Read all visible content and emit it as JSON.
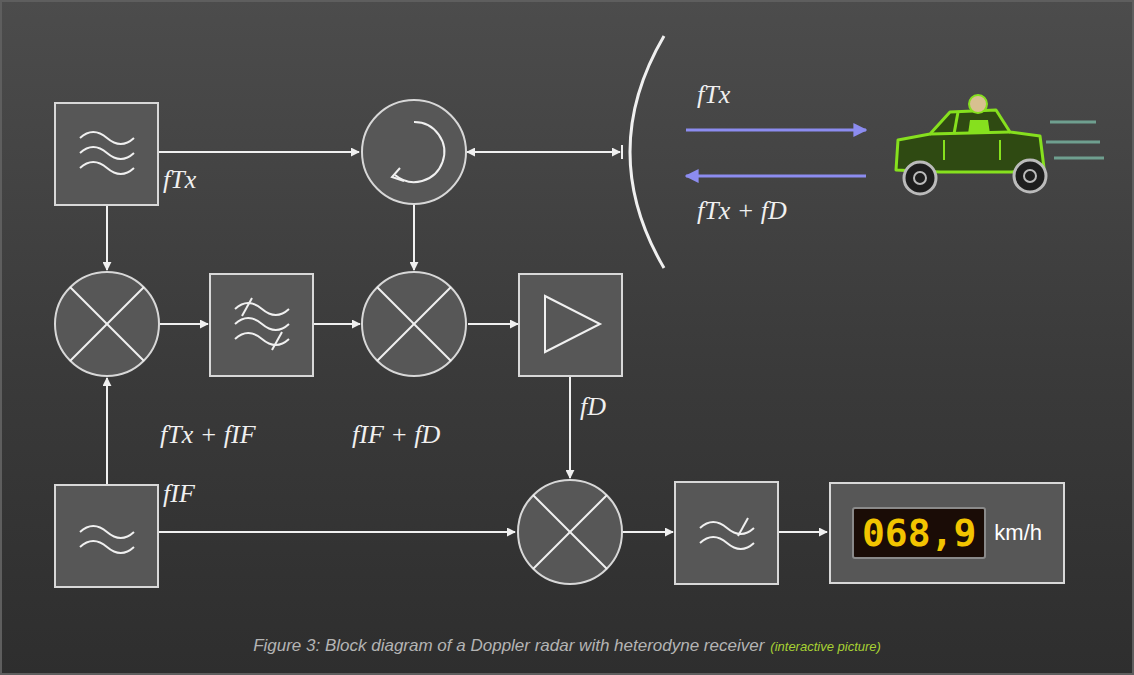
{
  "diagram": {
    "caption": "Figure 3: Block diagram of a Doppler radar with heterodyne receiver",
    "nodes": [
      {
        "text": [
          "fTx"
        ]
      },
      {
        "text": [
          "fIF"
        ]
      },
      {
        "text": [
          "068,9",
          "km/h"
        ]
      }
    ],
    "labels": [
      "fTx",
      "fTx + fD",
      "fTx + fIF",
      "fIF + fD",
      "fD",
      "(interactive picture)"
    ]
  }
}
